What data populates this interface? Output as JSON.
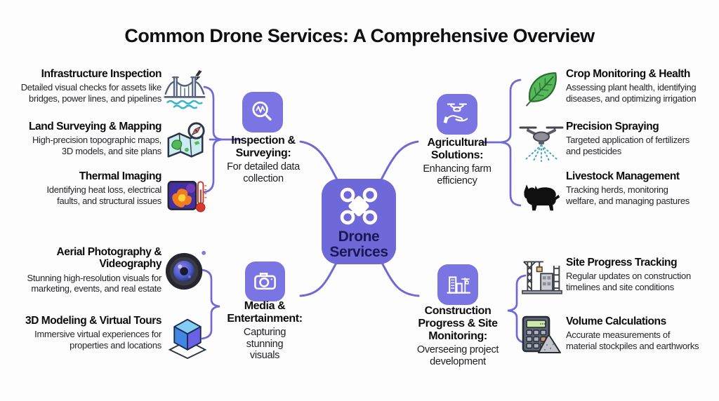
{
  "title": "Common Drone Services: A Comprehensive Overview",
  "center": {
    "label": "Drone\nServices",
    "icon": "drone-icon"
  },
  "colors": {
    "center_node": "#6e68d8",
    "branch_tile": "#7b75e4",
    "connector_line": "#6f69d6",
    "center_label_text": "#1c1952",
    "heading_text": "#0d0d10"
  },
  "branches": [
    {
      "id": "inspection-surveying",
      "heading": "Inspection &\nSurveying:",
      "desc": "For detailed data\ncollection",
      "icon": "magnifier-wave-icon",
      "items": [
        {
          "title": "Infrastructure Inspection",
          "desc": "Detailed visual checks for assets like\nbridges, power lines, and pipelines",
          "icon": "bridge-icon"
        },
        {
          "title": "Land Surveying & Mapping",
          "desc": "High-precision topographic maps,\n3D models, and site plans",
          "icon": "map-compass-icon"
        },
        {
          "title": "Thermal Imaging",
          "desc": "Identifying heat loss, electrical\nfaults, and structural issues",
          "icon": "thermal-image-icon"
        }
      ]
    },
    {
      "id": "agricultural-solutions",
      "heading": "Agricultural\nSolutions:",
      "desc": "Enhancing farm\nefficiency",
      "icon": "drone-hand-icon",
      "items": [
        {
          "title": "Crop Monitoring & Health",
          "desc": "Assessing plant health, identifying\ndiseases, and optimizing irrigation",
          "icon": "leaf-icon"
        },
        {
          "title": "Precision Spraying",
          "desc": "Targeted application of fertilizers\nand pesticides",
          "icon": "spray-drone-icon"
        },
        {
          "title": "Livestock Management",
          "desc": "Tracking herds, monitoring\nwelfare, and managing pastures",
          "icon": "cow-icon"
        }
      ]
    },
    {
      "id": "media-entertainment",
      "heading": "Media &\nEntertainment:",
      "desc": "Capturing\nstunning\nvisuals",
      "icon": "camera-icon",
      "items": [
        {
          "title": "Aerial Photography &\nVideography",
          "desc": "Stunning high-resolution visuals for\nmarketing, events, and real estate",
          "icon": "camera-lens-icon"
        },
        {
          "title": "3D Modeling & Virtual Tours",
          "desc": "Immersive virtual experiences for\nproperties and locations",
          "icon": "cube-3d-icon"
        }
      ]
    },
    {
      "id": "construction-monitoring",
      "heading": "Construction\nProgress & Site\nMonitoring:",
      "desc": "Overseeing project\ndevelopment",
      "icon": "buildings-crane-icon",
      "items": [
        {
          "title": "Site Progress Tracking",
          "desc": "Regular updates on construction\ntimelines and site conditions",
          "icon": "crane-building-icon"
        },
        {
          "title": "Volume Calculations",
          "desc": "Accurate measurements of\nmaterial stockpiles and earthworks",
          "icon": "calculator-stockpile-icon"
        }
      ]
    }
  ]
}
